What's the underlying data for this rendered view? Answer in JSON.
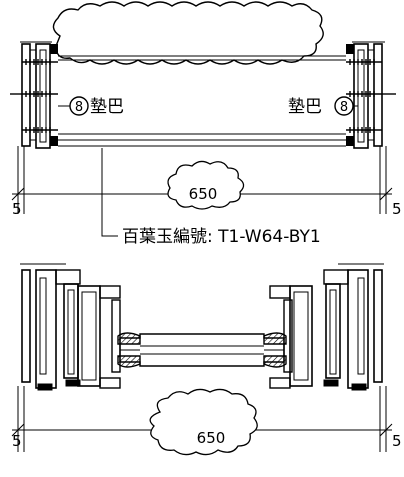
{
  "top_view": {
    "left_label_number": "8",
    "left_label_text": "墊巴",
    "right_label_number": "8",
    "right_label_text": "墊巴",
    "dimension": "650",
    "edge_mark_left": "5",
    "edge_mark_right": "5",
    "callout": "百葉玉編號: T1-W64-BY1"
  },
  "bottom_view": {
    "dimension": "650",
    "edge_mark_left": "5",
    "edge_mark_right": "5"
  }
}
